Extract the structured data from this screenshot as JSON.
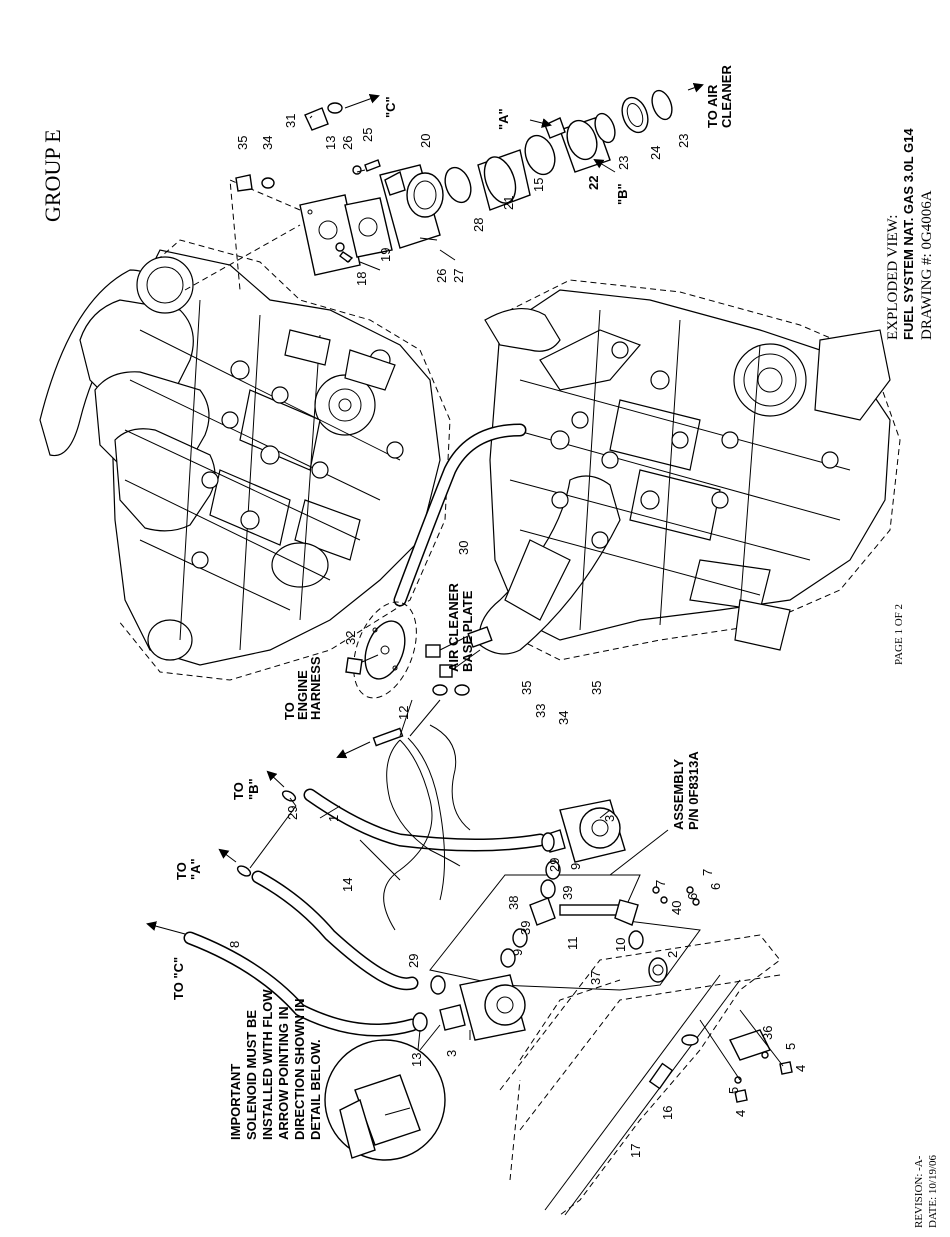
{
  "sheet": {
    "group_label": "GROUP E",
    "title_line1": "EXPLODED VIEW:",
    "title_line2": "FUEL SYSTEM NAT. GAS 3.0L G14",
    "drawing_number": "DRAWING #: 0G4006A",
    "page_label": "PAGE 1 OF 2",
    "revision": "REVISION: -A-",
    "date": "DATE:  10/19/06"
  },
  "notes": {
    "important_heading": "IMPORTANT",
    "important_lines": [
      "SOLENOID MUST BE",
      "INSTALLED WITH FLOW",
      "ARROW POINTING IN",
      "DIRECTION SHOWN IN",
      "DETAIL BELOW."
    ],
    "assembly_line1": "ASSEMBLY",
    "assembly_line2": "P/N 0F8313A",
    "air_cleaner_line1": "AIR CLEANER",
    "air_cleaner_line2": "BASE PLATE",
    "to_air_cleaner_line1": "TO AIR",
    "to_air_cleaner_line2": "CLEANER",
    "to_engine_line1": "TO",
    "to_engine_line2": "ENGINE",
    "to_engine_line3": "HARNESS",
    "to_a_line1": "TO",
    "to_a_line2": "\"A\"",
    "to_b_line1": "TO",
    "to_b_line2": "\"B\"",
    "to_c": "TO \"C\"",
    "ref_a": "\"A\"",
    "ref_b": "\"B\"",
    "ref_c": "\"C\""
  },
  "callouts": {
    "n1": "1",
    "n2": "2",
    "n3a": "3",
    "n3b": "3",
    "n4a": "4",
    "n4b": "4",
    "n5a": "5",
    "n5b": "5",
    "n6a": "6",
    "n6b": "6",
    "n7a": "7",
    "n7b": "7",
    "n8": "8",
    "n9a": "9",
    "n9b": "9",
    "n10": "10",
    "n11": "11",
    "n12": "12",
    "n13a": "13",
    "n13b": "13",
    "n14": "14",
    "n15": "15",
    "n16": "16",
    "n17": "17",
    "n18": "18",
    "n19": "19",
    "n20": "20",
    "n21": "21",
    "n22": "22",
    "n23a": "23",
    "n23b": "23",
    "n24": "24",
    "n25": "25",
    "n26a": "26",
    "n26b": "26",
    "n27": "27",
    "n28": "28",
    "n29a": "29",
    "n29b": "29",
    "n29c": "29",
    "n30": "30",
    "n31": "31",
    "n32": "32",
    "n33": "33",
    "n34a": "34",
    "n34b": "34",
    "n35a": "35",
    "n35b": "35",
    "n35c": "35",
    "n36": "36",
    "n37": "37",
    "n38": "38",
    "n39a": "39",
    "n39b": "39",
    "n40": "40"
  }
}
